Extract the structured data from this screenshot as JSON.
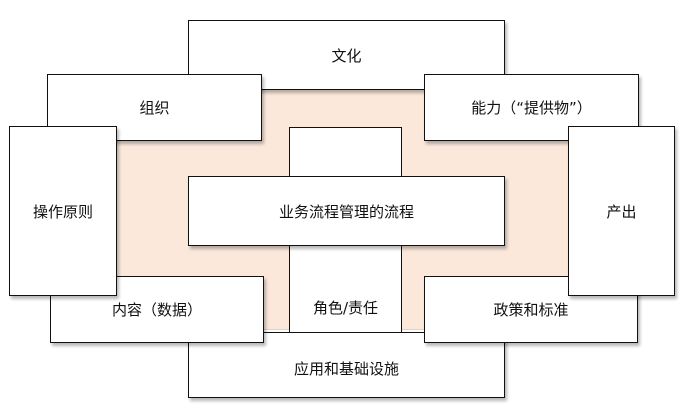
{
  "nodes": {
    "culture": "文化",
    "organization": "组织",
    "capability": "能力（“提供物”）",
    "operating_principles": "操作原则",
    "output": "产出",
    "business_process": "业务流程管理的流程",
    "roles": "角色/责任",
    "content": "内容（数据）",
    "policies": "政策和标准",
    "infrastructure": "应用和基础设施"
  },
  "colors": {
    "background_fill": "#fbe8db",
    "box_fill": "#ffffff",
    "box_border": "#111111"
  }
}
